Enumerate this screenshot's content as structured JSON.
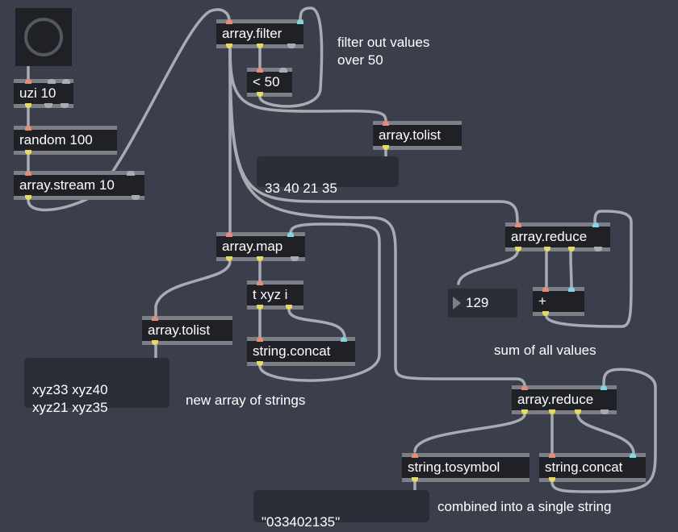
{
  "objects": {
    "uzi": "uzi 10",
    "random": "random 100",
    "array_stream": "array.stream 10",
    "array_filter": "array.filter",
    "lt50": "< 50",
    "array_tolist_top": "array.tolist",
    "array_map": "array.map",
    "t_xyz": "t xyz i",
    "string_concat_map": "string.concat",
    "array_tolist_left": "array.tolist",
    "array_reduce_sum": "array.reduce",
    "plus": "+",
    "array_reduce_str": "array.reduce",
    "string_tosymbol": "string.tosymbol",
    "string_concat_reduce": "string.concat"
  },
  "messages": {
    "filtered": "33 40 21 35",
    "strings": "xyz33 xyz40\nxyz21 xyz35",
    "combined": "\"033402135\""
  },
  "number_box": {
    "value": "129"
  },
  "comments": {
    "filter": "filter out values\nover 50",
    "sum": "sum of all values",
    "new_array": "new array of strings",
    "combined": "combined into a single string"
  },
  "colors": {
    "background": "#3b3f4b",
    "object_fill": "#1f2127",
    "patch_cord": "#a9abb2",
    "inlet_left": "#e68a7a",
    "inlet_right": "#7fd8e0",
    "outlet": "#e6db6a"
  }
}
